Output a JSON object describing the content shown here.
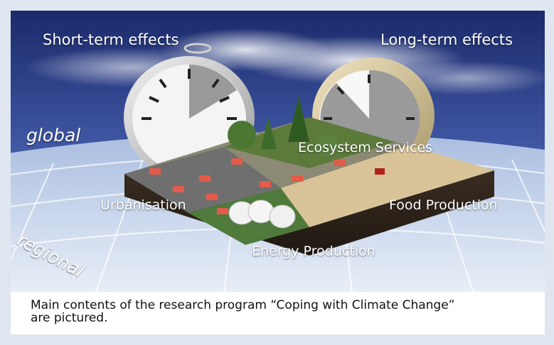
{
  "figure": {
    "labels": {
      "short_term": "Short-term effects",
      "long_term": "Long-term effects",
      "global": "global",
      "regional": "regional",
      "ecosystem": "Ecosystem Services",
      "urbanisation": "Urbanisation",
      "food": "Food Production",
      "energy": "Energy Production"
    },
    "colors": {
      "sky_top": "#1e2d6e",
      "sky_mid": "#4a5fa6",
      "globe": "#9fb4d8",
      "clock_face": "#f4f4f4",
      "clock_wedge": "#9a9a9a",
      "long_clock_bezel": "#d8c9a0"
    }
  },
  "caption": {
    "text": "Main contents of the research program “Coping with Climate Change” are pictured."
  }
}
